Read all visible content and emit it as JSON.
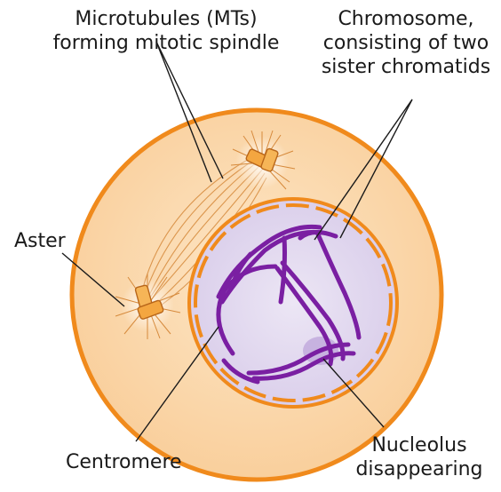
{
  "labels": {
    "microtubules": [
      "Microtubules (MTs)",
      "forming mitotic spindle"
    ],
    "chromosome": [
      "Chromosome,",
      "consisting of two",
      "sister chromatids"
    ],
    "aster": "Aster",
    "centromere": "Centromere",
    "nucleolus": [
      "Nucleolus",
      "disappearing"
    ]
  },
  "colors": {
    "cell_outline": "#f08a1c",
    "cytoplasm": "#fbd9ae",
    "nuclear_envelope": "#f08a1c",
    "nucleus": "#e4dcf0",
    "chromatin": "#7a1fa2",
    "nucleolus": "#c7b2e0",
    "centrosome": "#f4a640",
    "spindle": "#d68a3c",
    "leader_line": "#1a1a1a"
  }
}
